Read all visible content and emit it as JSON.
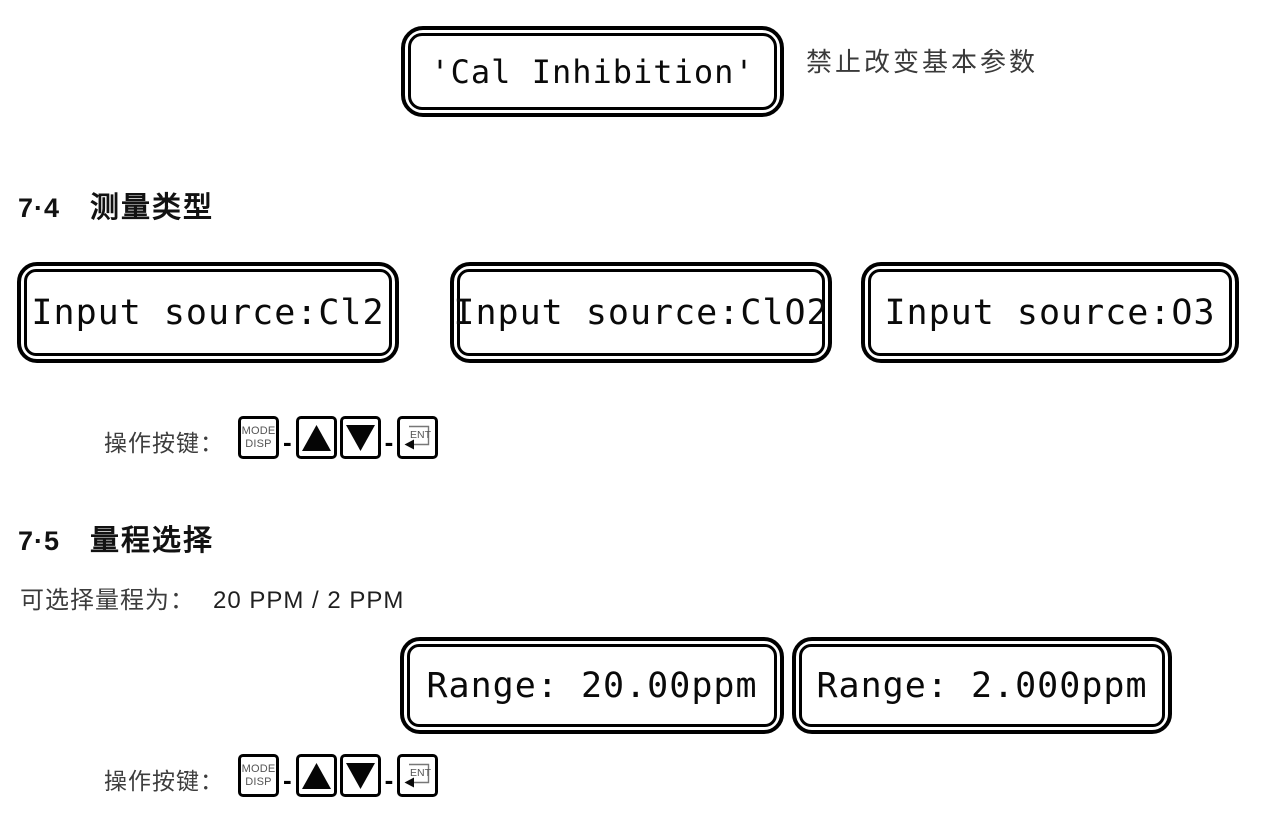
{
  "page": {
    "background": "#ffffff"
  },
  "top_display": {
    "text": "'Cal Inhibition'",
    "annotation": "禁止改变基本参数"
  },
  "section_7_4": {
    "number": "7·4",
    "title": "测量类型",
    "displays": [
      "Input source:Cl2",
      "Input source:ClO2",
      "Input source:O3"
    ]
  },
  "section_7_5": {
    "number": "7·5",
    "title": "量程选择",
    "note_label": "可选择量程为：",
    "note_value": "20 PPM / 2 PPM",
    "displays": [
      "Range: 20.00ppm",
      "Range: 2.000ppm"
    ]
  },
  "keypad": {
    "label": "操作按键：",
    "separator": "-",
    "mode_key_line1": "MODE",
    "mode_key_line2": "DISP",
    "ent_key_label": "ENT"
  },
  "colors": {
    "ink": "#000000",
    "annotation_text": "#3a3a3a",
    "key_small_text": "#555555"
  }
}
